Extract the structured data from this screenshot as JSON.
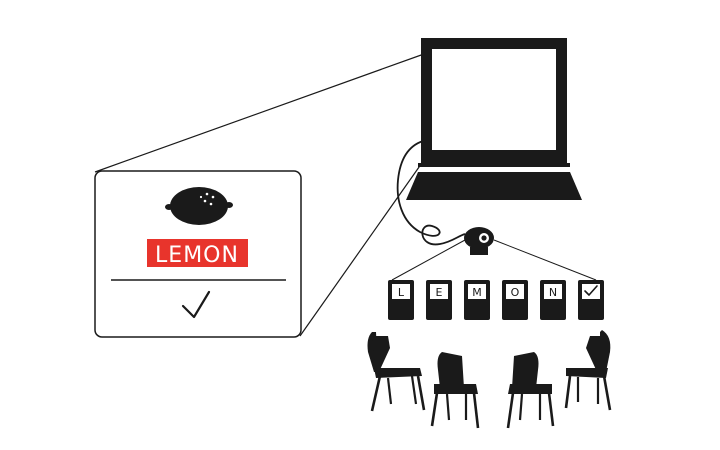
{
  "zoom_card": {
    "icon": "lemon-icon",
    "word": "LEMON",
    "result_icon": "checkmark-icon"
  },
  "letter_cards": [
    "L",
    "E",
    "M",
    "O",
    "N"
  ],
  "final_card_icon": "checkmark-icon",
  "devices": {
    "computer": "laptop-icon",
    "camera": "webcam-icon"
  },
  "chairs": [
    "chair-icon",
    "chair-icon",
    "chair-icon",
    "chair-icon"
  ],
  "colors": {
    "ink": "#1a1a1a",
    "highlight": "#e8342c",
    "background": "#ffffff"
  }
}
